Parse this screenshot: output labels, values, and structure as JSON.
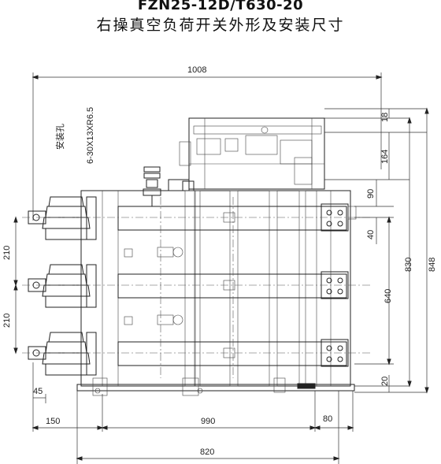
{
  "title": "FZN25-12D/T630-20",
  "subtitle": "右操真空负荷开关外形及安装尺寸",
  "mounting_label": "安装孔",
  "hole_spec": "6-30X13XR6.5",
  "dims": {
    "overall_width": "1008",
    "main_width": "990",
    "left_offset": "150",
    "right_offset": "80",
    "base_width": "820",
    "small_left": "45",
    "phase_spacing_top": "210",
    "phase_spacing_bottom": "210",
    "top_18": "18",
    "top_164": "164",
    "d_90": "90",
    "d_40": "40",
    "d_640": "640",
    "d_20": "20",
    "height_830": "830",
    "height_848": "848"
  }
}
